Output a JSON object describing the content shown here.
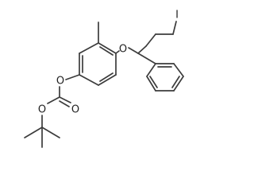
{
  "atoms": {
    "iodine": "I",
    "ether_oxygen": "O",
    "ester_oxygen": "O",
    "carbonate_oxygen": "O",
    "carbonyl_oxygen": "O"
  },
  "colors": {
    "background": "#ffffff",
    "bond": "#3c3c3c",
    "label": "#222222"
  }
}
